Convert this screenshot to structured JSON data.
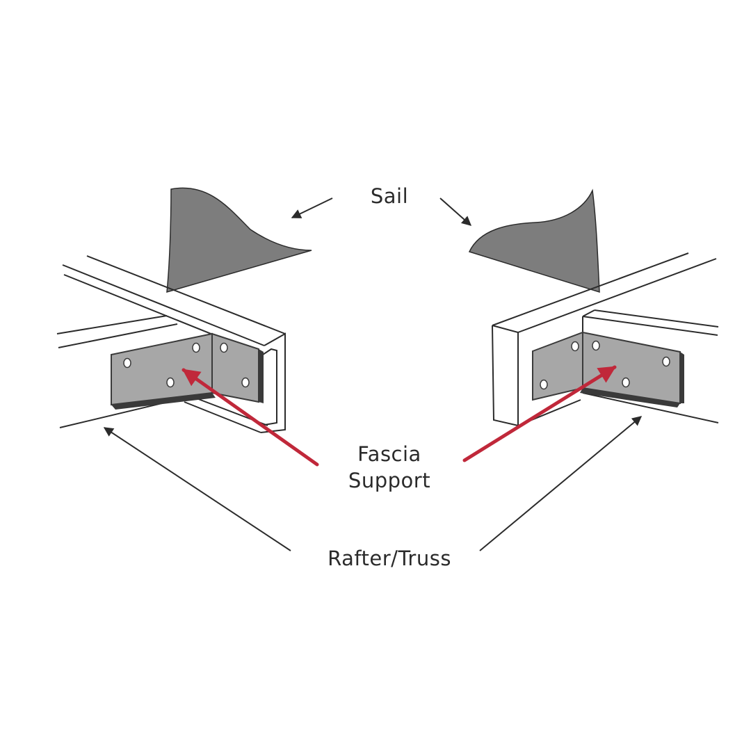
{
  "labels": {
    "sail": "Sail",
    "fascia_line1": "Fascia",
    "fascia_line2": "Support",
    "rafter": "Rafter/Truss"
  },
  "colors": {
    "background": "#ffffff",
    "outline": "#2b2b2b",
    "sail_fill": "#7d7d7d",
    "bracket_fill": "#a7a7a7",
    "bracket_edge": "#3a3a3a",
    "accent_arrow": "#c0283a",
    "label_text": "#2b2b2b"
  }
}
